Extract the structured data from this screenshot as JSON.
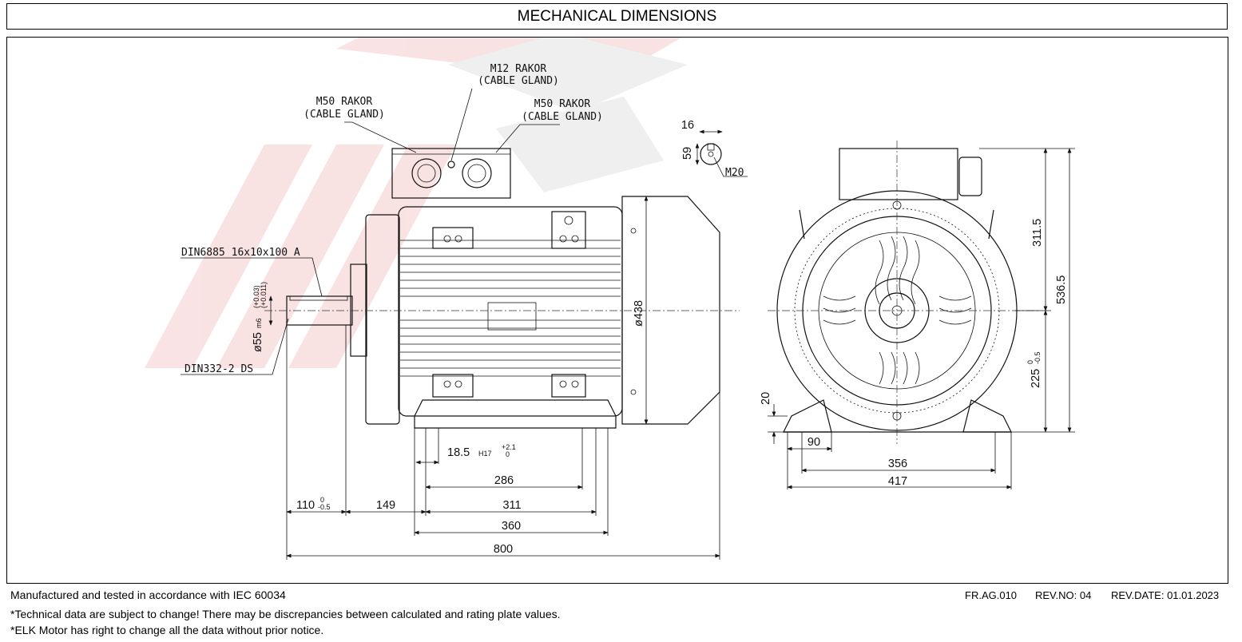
{
  "header": {
    "title": "MECHANICAL DIMENSIONS"
  },
  "drawing": {
    "callouts": {
      "gland_left_1": "M50 RAKOR",
      "gland_left_2": "(CABLE GLAND)",
      "gland_mid_1": "M12 RAKOR",
      "gland_mid_2": "(CABLE GLAND)",
      "gland_right_1": "M50 RAKOR",
      "gland_right_2": "(CABLE GLAND)",
      "key": "DIN6885 16x10x100 A",
      "center_hole": "DIN332-2 DS",
      "thread": "M20"
    },
    "dimensions": {
      "key_width": "16",
      "key_height": "59",
      "shaft_dia": "ø55",
      "shaft_fit": "m6",
      "shaft_tol_upper": "(+0.03)",
      "shaft_tol_lower": "(+0.011)",
      "frame_dia": "ø438",
      "foot_hole": "18.5",
      "foot_hole_fit": "H17",
      "foot_hole_tol_upper": "+2.1",
      "foot_hole_tol_lower": "0",
      "shaft_length": "110",
      "shaft_length_tol_upper": "0",
      "shaft_length_tol_lower": "-0.5",
      "shoulder_to_foot": "149",
      "foot_holes_span": "286",
      "foot_span": "311",
      "foot_total": "360",
      "overall_length": "800",
      "height_top": "311.5",
      "height_total": "536.5",
      "shaft_height": "225",
      "shaft_height_tol_upper": "0",
      "shaft_height_tol_lower": "-0.5",
      "foot_thickness": "20",
      "foot_width": "90",
      "mount_holes": "356",
      "base_width": "417"
    }
  },
  "footer": {
    "standard": "Manufactured and tested in accordance with  IEC 60034",
    "note1": "*Technical data are subject to change! There may be discrepancies between calculated and rating plate values.",
    "note2": "*ELK Motor has right to change all the data without prior notice.",
    "form_code": "FR.AG.010",
    "revision": "REV.NO: 04",
    "rev_date": "REV.DATE: 01.01.2023"
  }
}
